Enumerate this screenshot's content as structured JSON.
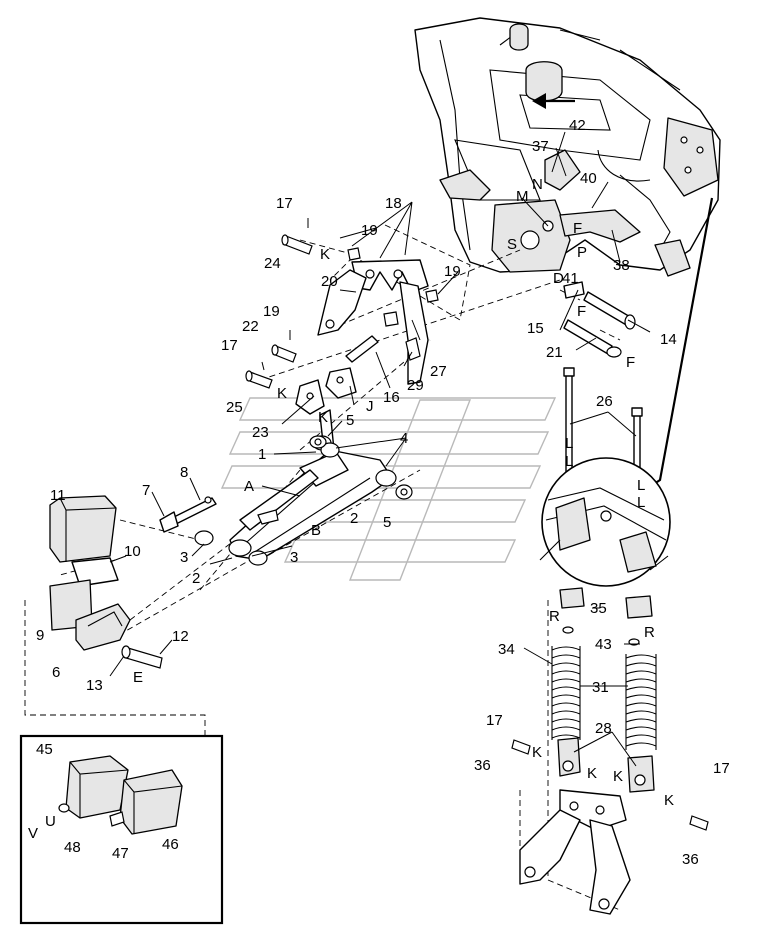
{
  "diagram": {
    "callouts": {
      "c1": "1",
      "c2a": "2",
      "c2b": "2",
      "c3a": "3",
      "c3b": "3",
      "c4": "4",
      "c5a": "5",
      "c5b": "5",
      "c6": "6",
      "c7": "7",
      "c8": "8",
      "c9": "9",
      "c10": "10",
      "c11": "11",
      "c12": "12",
      "c13": "13",
      "c14": "14",
      "c15": "15",
      "c16": "16",
      "c17a": "17",
      "c17b": "17",
      "c17c": "17",
      "c17d": "17",
      "c18": "18",
      "c19a": "19",
      "c19b": "19",
      "c19c": "19",
      "c20": "20",
      "c21": "21",
      "c22": "22",
      "c23": "23",
      "c24": "24",
      "c25": "25",
      "c26": "26",
      "c27": "27",
      "c28": "28",
      "c29": "29",
      "c31": "31",
      "c34": "34",
      "c35": "35",
      "c36a": "36",
      "c36b": "36",
      "c37": "37",
      "c38": "38",
      "c40": "40",
      "c41": "41",
      "c42": "42",
      "c43": "43",
      "c45": "45",
      "c46": "46",
      "c47": "47",
      "c48": "48"
    },
    "letters": {
      "A": "A",
      "B": "B",
      "D": "D",
      "E": "E",
      "F1": "F",
      "F2": "F",
      "F3": "F",
      "J": "J",
      "K1": "K",
      "K2": "K",
      "K3": "K",
      "K4": "K",
      "K5": "K",
      "K6": "K",
      "L1": "L",
      "L2": "L",
      "L3": "L",
      "L4": "L",
      "M": "M",
      "N": "N",
      "P": "P",
      "R1": "R",
      "R2": "R",
      "S": "S",
      "U": "U",
      "V": "V"
    }
  }
}
